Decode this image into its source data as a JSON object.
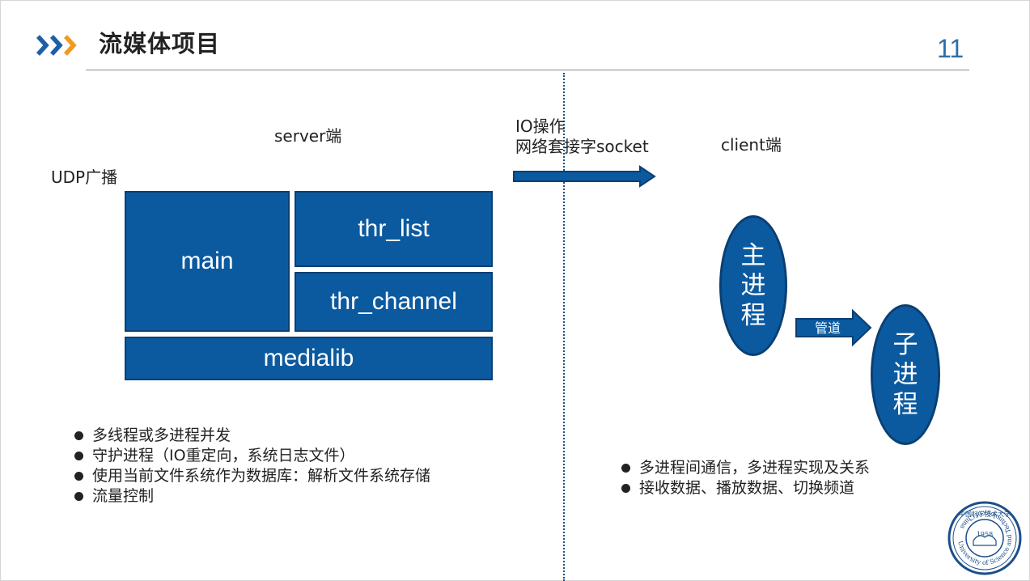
{
  "slide": {
    "title": "流媒体项目",
    "page_number": "11",
    "icon": "chevrons-right-icon",
    "colors": {
      "chevron_dark": "#1d5ea8",
      "chevron_light": "#f29a1f",
      "box_blue": "#0b5aa0",
      "box_border": "#0a3f73",
      "accent": "#2f6fa6"
    }
  },
  "server": {
    "heading": "server端",
    "udp_label": "UDP广播",
    "modules": {
      "main": "main",
      "thr_list": "thr_list",
      "thr_channel": "thr_channel",
      "medialib": "medialib"
    },
    "bullets": [
      "多线程或多进程并发",
      "守护进程（IO重定向，系统日志文件）",
      "使用当前文件系统作为数据库：解析文件系统存储",
      "流量控制"
    ]
  },
  "link": {
    "io_label": "IO操作",
    "socket_label": "网络套接字socket"
  },
  "client": {
    "heading": "client端",
    "main_process": [
      "主",
      "进",
      "程"
    ],
    "pipe_label": "管道",
    "child_process": [
      "子",
      "进",
      "程"
    ],
    "bullets": [
      "多进程间通信，多进程实现及关系",
      "接收数据、播放数据、切换频道"
    ]
  },
  "logo": {
    "year": "1958",
    "ring_text": "University of Science and Technology of China",
    "top_text": "中国科学技术大学"
  }
}
